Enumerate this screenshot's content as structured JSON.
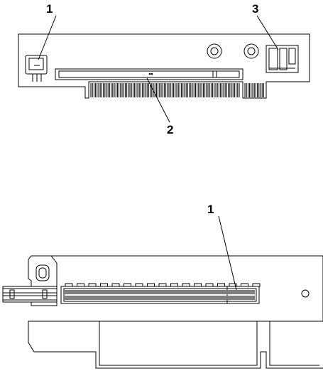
{
  "figure": {
    "top_diagram": {
      "callouts": [
        {
          "id": "callout-1",
          "label": "1"
        },
        {
          "id": "callout-2",
          "label": "2"
        },
        {
          "id": "callout-3",
          "label": "3"
        }
      ]
    },
    "bottom_diagram": {
      "callouts": [
        {
          "id": "callout-1",
          "label": "1"
        }
      ]
    }
  },
  "colors": {
    "line": "#000000",
    "background": "#ffffff"
  }
}
